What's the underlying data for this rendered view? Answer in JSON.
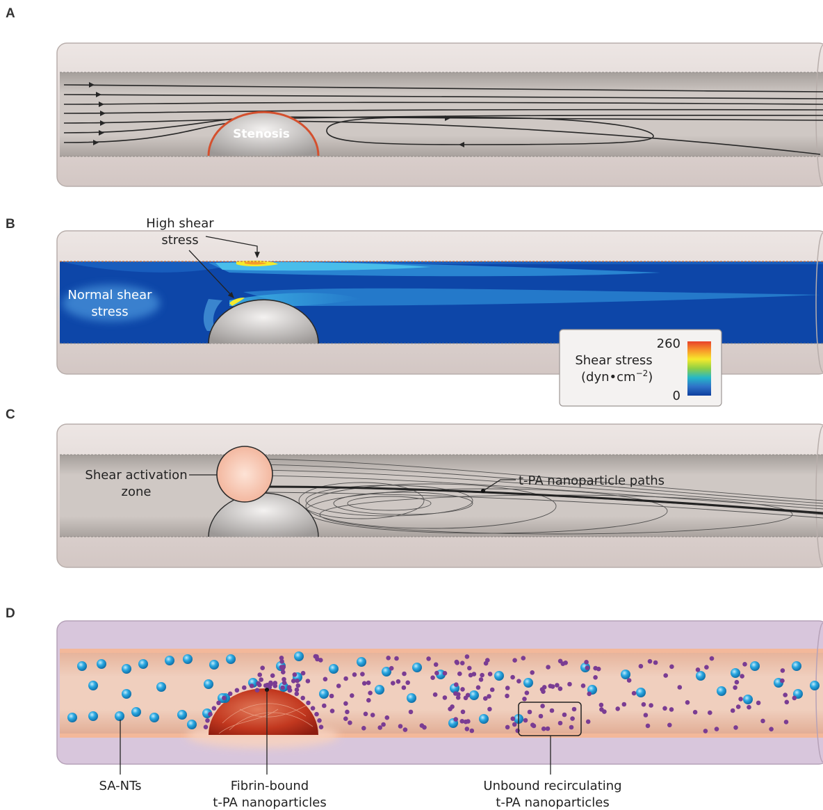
{
  "panels": {
    "a": {
      "label": "A",
      "stenosis_label": "Stenosis"
    },
    "b": {
      "label": "B",
      "high_shear_line1": "High shear",
      "high_shear_line2": "stress",
      "normal_shear_line1": "Normal shear",
      "normal_shear_line2": "stress",
      "legend": {
        "title_line1": "Shear stress",
        "title_line2": "(dyn•cm",
        "title_exp": "−2",
        "title_close": ")",
        "max": "260",
        "min": "0",
        "gradient": [
          "#e8412a",
          "#f89a2a",
          "#f5ea2c",
          "#8dcf46",
          "#25b7c8",
          "#2f73c8",
          "#0d3e9e"
        ]
      }
    },
    "c": {
      "label": "C",
      "activation_line1": "Shear activation",
      "activation_line2": "zone",
      "paths_label": "t-PA nanoparticle paths"
    },
    "d": {
      "label": "D",
      "sant_label": "SA-NTs",
      "fibrin_line1": "Fibrin-bound",
      "fibrin_line2": "t-PA nanoparticles",
      "unbound_line1": "Unbound recirculating",
      "unbound_line2": "t-PA nanoparticles"
    }
  },
  "colors": {
    "vessel_wall": "#d5cac7",
    "lumen_gray": "#cdc6c2",
    "shear_blue": "#0d46a8",
    "stenosis_rim": "#d4502e",
    "plaque_red": "#b8321c",
    "lumen_pink": "#ecc3ae",
    "wall_purple": "#d8c6dc",
    "sant_blue": "#19a0df",
    "nanoparticle_purple": "#7a3c93"
  }
}
